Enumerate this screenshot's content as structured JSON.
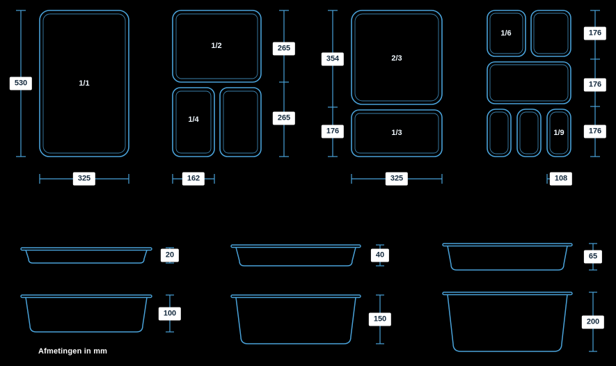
{
  "footer": "Afmetingen in mm",
  "colors": {
    "background": "#000000",
    "line": "#4aa3da",
    "label_box": "#ffffff",
    "label_text": "#13293d",
    "pan_label": "#eef6fc"
  },
  "diagrams": {
    "full": {
      "pan_label": "1/1",
      "height_mm": "530",
      "width_mm": "325"
    },
    "half_quarter": {
      "top_label": "1/2",
      "bottom_left_label": "1/4",
      "top_height_mm": "265",
      "bottom_height_mm": "265",
      "quarter_width_mm": "162"
    },
    "twothirds_third": {
      "top_label": "2/3",
      "bottom_label": "1/3",
      "top_height_mm": "354",
      "bottom_height_mm": "176",
      "width_mm": "325"
    },
    "sixth_ninth": {
      "sixth_label": "1/6",
      "ninth_label": "1/9",
      "row1_height_mm": "176",
      "row2_height_mm": "176",
      "row3_height_mm": "176",
      "ninth_width_mm": "108"
    }
  },
  "depths": {
    "d20": "20",
    "d40": "40",
    "d65": "65",
    "d100": "100",
    "d150": "150",
    "d200": "200"
  }
}
